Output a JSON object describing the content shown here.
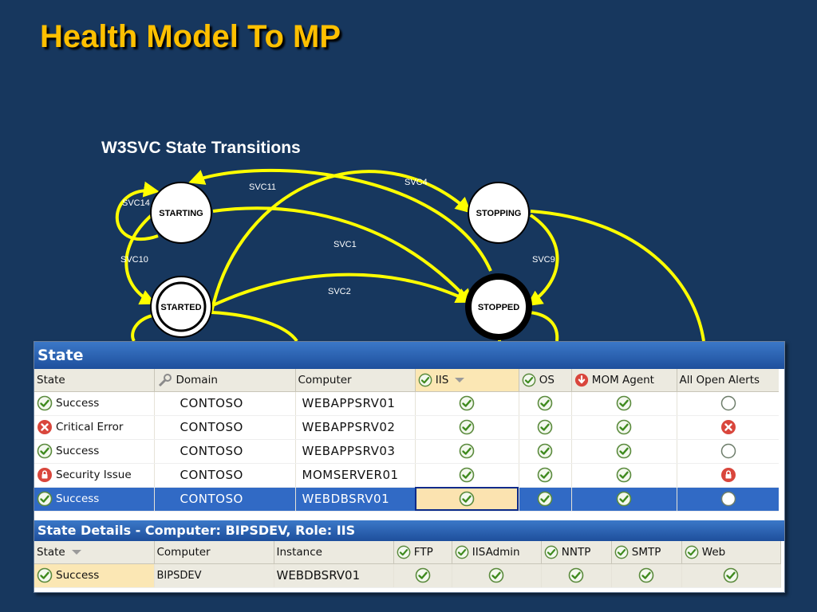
{
  "slide": {
    "title": "Health Model To MP",
    "subtitle": "W3SVC State Transitions"
  },
  "diagram": {
    "nodes": [
      {
        "label": "STARTING"
      },
      {
        "label": "STOPPING"
      },
      {
        "label": "STARTED"
      },
      {
        "label": "STOPPED"
      }
    ],
    "edge_labels": [
      "SVC14",
      "SVC11",
      "SVC4",
      "SVC1",
      "SVC10",
      "SVC9",
      "SVC2"
    ],
    "colors": {
      "edge": "#ffff00",
      "node_fill": "#ffffff",
      "node_stroke": "#000000"
    }
  },
  "state_view": {
    "title": "State",
    "columns": [
      "State",
      "Domain",
      "Computer",
      "IIS",
      "OS",
      "MOM Agent",
      "All Open Alerts"
    ],
    "rows": [
      {
        "state": "Success",
        "state_icon": "success",
        "domain": "CONTOSO",
        "computer": "WEBAPPSRV01",
        "iis": "success",
        "os": "success",
        "mom": "success",
        "alerts": "empty"
      },
      {
        "state": "Critical Error",
        "state_icon": "critical",
        "domain": "CONTOSO",
        "computer": "WEBAPPSRV02",
        "iis": "success",
        "os": "success",
        "mom": "success",
        "alerts": "critical"
      },
      {
        "state": "Success",
        "state_icon": "success",
        "domain": "CONTOSO",
        "computer": "WEBAPPSRV03",
        "iis": "success",
        "os": "success",
        "mom": "success",
        "alerts": "empty"
      },
      {
        "state": "Security Issue",
        "state_icon": "security",
        "domain": "CONTOSO",
        "computer": "MOMSERVER01",
        "iis": "success",
        "os": "success",
        "mom": "success",
        "alerts": "security"
      },
      {
        "state": "Success",
        "state_icon": "success",
        "domain": "CONTOSO",
        "computer": "WEBDBSRV01",
        "iis": "success",
        "os": "success",
        "mom": "success",
        "alerts": "empty",
        "selected": true
      }
    ]
  },
  "details_view": {
    "title": "State Details - Computer:  BIPSDEV, Role:  IIS",
    "columns": [
      "State",
      "Computer",
      "Instance",
      "FTP",
      "IISAdmin",
      "NNTP",
      "SMTP",
      "Web"
    ],
    "row": {
      "state": "Success",
      "computer": "BIPSDEV",
      "instance": "WEBDBSRV01"
    }
  },
  "colors": {
    "background": "#17375e",
    "title": "#ffc000",
    "header_blue": "#2a62b5",
    "selection": "#316ac5"
  }
}
